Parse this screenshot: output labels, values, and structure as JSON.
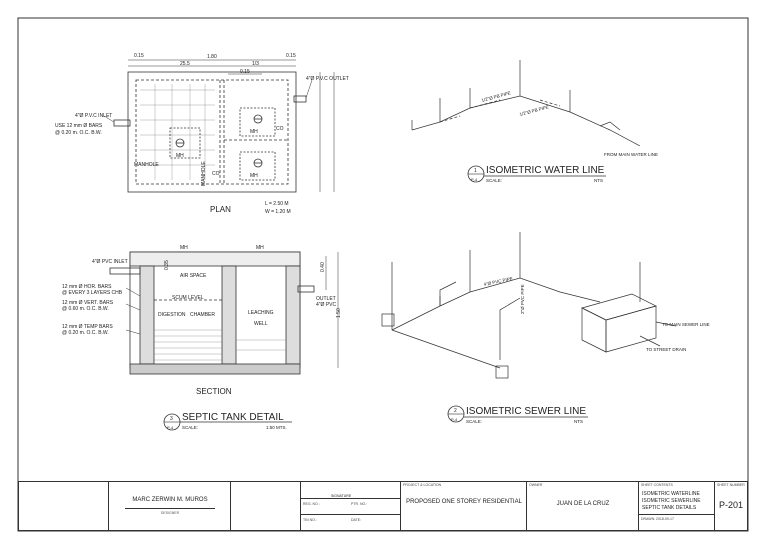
{
  "plan": {
    "title": "PLAN",
    "dims": {
      "d1": "0.15",
      "d2": "1.80",
      "d3": "0.15",
      "d4": "25.5",
      "d5": "1/3",
      "d6": "0.15"
    },
    "labels": {
      "outlet": "4\"Ø P.V.C OUTLET",
      "inlet": "4\"Ø P.V.C INLET",
      "bars": "USE 12 mm Ø BARS",
      "spacing": "@ 0.20 m. O.C. B.W.",
      "manhole1": "MANHOLE",
      "manhole2": "MANHOLE",
      "mh": "MH",
      "co": "CO",
      "lw": "L = 2.50 M",
      "ww": "W = 1.20 M"
    }
  },
  "section": {
    "title": "SECTION",
    "labels": {
      "mh": "MH",
      "air_space": "AIR SPACE",
      "inlet": "4\"Ø PVC INLET",
      "hor_bars": "12 mm Ø HOR. BARS",
      "every": "@ EVERY 3 LAYERS CHB",
      "vert_bars": "12 mm Ø VERT. BARS",
      "vert_sp": "@ 0.60 m. O.C. B.W.",
      "temp_bars": "12 mm Ø TEMP BARS",
      "temp_sp": "@ 0.20 m. O.C. B.W.",
      "scum": "SCUM LEVEL",
      "digestion": "DIGESTION",
      "chamber": "CHAMBER",
      "leaching": "LEACHING",
      "well": "WELL",
      "outlet": "OUTLET",
      "outlet_size": "4\"Ø PVC",
      "d_035": "0.35",
      "d_040": "0.40",
      "d_150": "1.50"
    }
  },
  "septic_detail": {
    "number": "3",
    "sheet": "P-4",
    "title": "SEPTIC TANK DETAIL",
    "scale_label": "SCALE:",
    "scale_value": "1:50 MTS."
  },
  "iso_water": {
    "number": "1",
    "sheet": "P-4",
    "title": "ISOMETRIC WATER LINE",
    "scale_label": "SCALE:",
    "scale_value": "NTS",
    "pipe1": "1/2\"Ø PB PIPE",
    "pipe2": "1/2\"Ø PB PIPE",
    "from_main": "FROM MAIN WATER LINE"
  },
  "iso_sewer": {
    "number": "2",
    "sheet": "P-4",
    "title": "ISOMETRIC SEWER LINE",
    "scale_label": "SCALE:",
    "scale_value": "NTS",
    "pipe1": "4\"Ø PVC PIPE",
    "pipe2": "2\"Ø PVC PIPE",
    "to_sewer": "TO MAIN SEWER LINE",
    "to_drain": "TO STREET DRAIN"
  },
  "title_block": {
    "designer_name": "MARC ZERWIN M. MUROS",
    "designer_role": "DESIGNER",
    "project_label": "PROJECT & LOCATION",
    "project_value": "PROPOSED ONE STOREY RESIDENTIAL",
    "owner_label": "OWNER",
    "owner_value": "JUAN DE LA CRUZ",
    "contents_label": "SHEET CONTENTS",
    "contents": [
      "ISOMETRIC WATERLINE",
      "ISOMETRIC SEWERLINE",
      "SEPTIC TANK DETAILS"
    ],
    "sheet_no_label": "SHEET NUMBER",
    "sheet_no": "P-201",
    "reg_label": "REG. NO.:",
    "ptr_label": "PTR. NO.:",
    "tin_label": "TIN NO.:",
    "date_label": "DATE:",
    "sign_label": "SIGNATURE",
    "drawn": "DRAWN: 2018-09-17"
  }
}
